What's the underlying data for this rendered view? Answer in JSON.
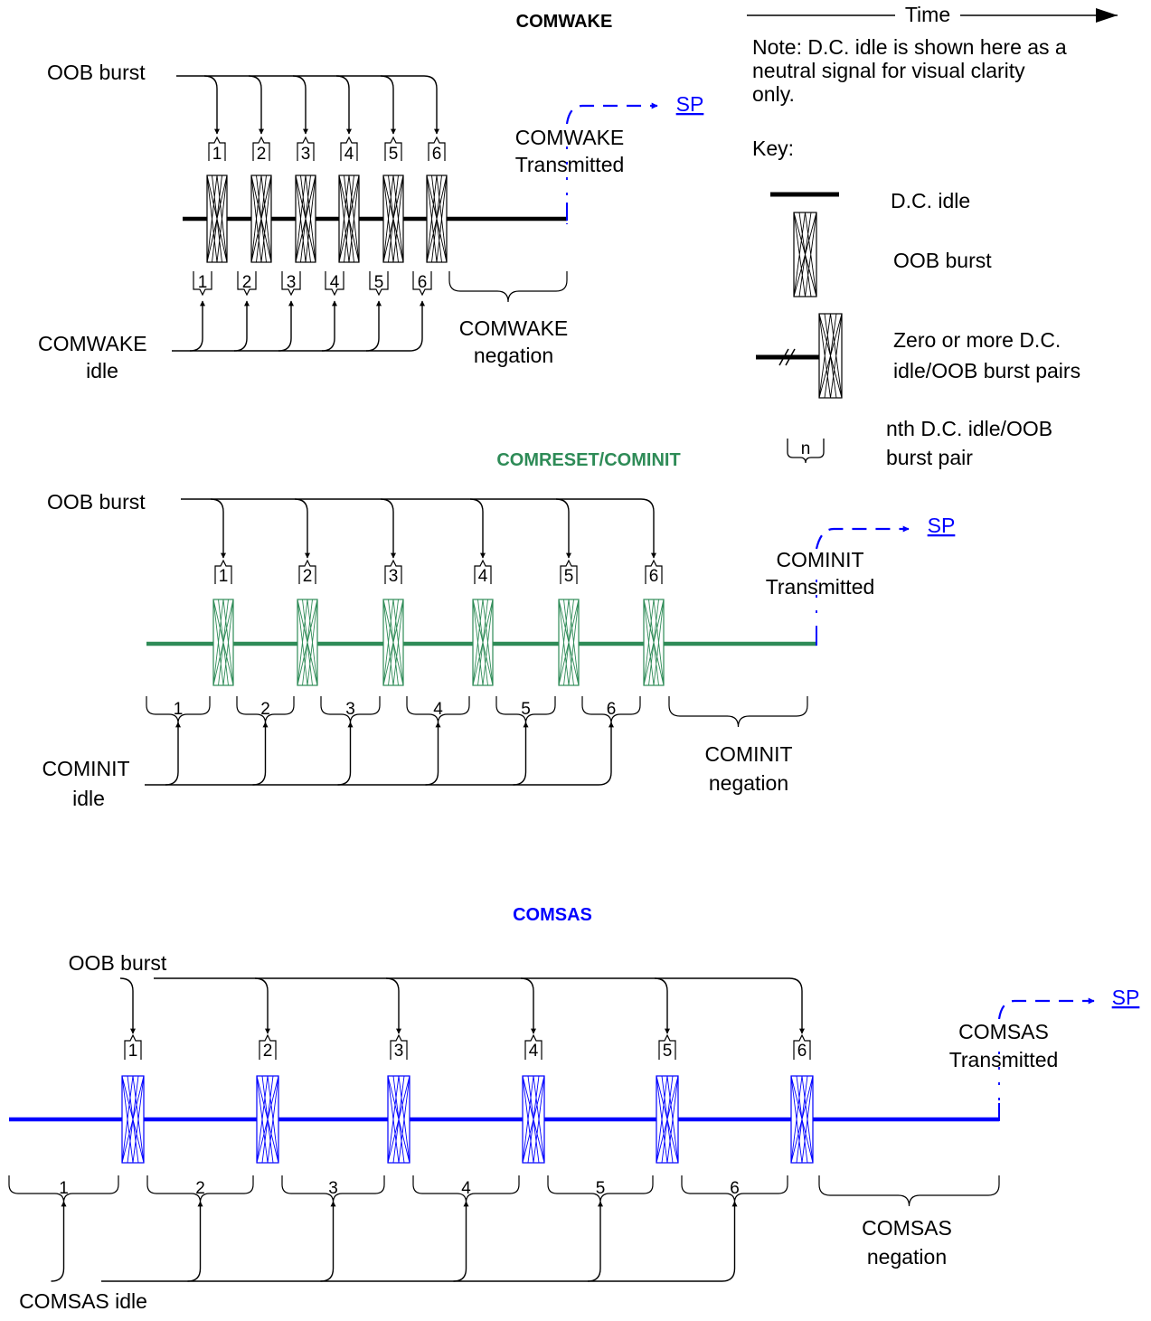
{
  "colors": {
    "comwake": "#000000",
    "cominit": "#2e8b57",
    "comsas": "#0000ff",
    "annotation": "#0000ff",
    "label": "#000000"
  },
  "sections": [
    {
      "id": "comwake",
      "title": "COMWAKE",
      "title_color": "#000000",
      "signal_color": "#000000",
      "burst_label": "OOB burst",
      "idle_label": [
        "COMWAKE",
        "idle"
      ],
      "negation_label": [
        "COMWAKE",
        "negation"
      ],
      "transmitted_label": [
        "COMWAKE",
        "Transmitted"
      ],
      "sp_label": "SP",
      "burst_numbers": [
        "1",
        "2",
        "3",
        "4",
        "5",
        "6"
      ],
      "idle_numbers": [
        "1",
        "2",
        "3",
        "4",
        "5",
        "6"
      ]
    },
    {
      "id": "cominit",
      "title": "COMRESET/COMINIT",
      "title_color": "#2e8b57",
      "signal_color": "#2e8b57",
      "burst_label": "OOB burst",
      "idle_label": [
        "COMINIT",
        "idle"
      ],
      "negation_label": [
        "COMINIT",
        "negation"
      ],
      "transmitted_label": [
        "COMINIT",
        "Transmitted"
      ],
      "sp_label": "SP",
      "burst_numbers": [
        "1",
        "2",
        "3",
        "4",
        "5",
        "6"
      ],
      "idle_numbers": [
        "1",
        "2",
        "3",
        "4",
        "5",
        "6"
      ]
    },
    {
      "id": "comsas",
      "title": "COMSAS",
      "title_color": "#0000ff",
      "signal_color": "#0000ff",
      "burst_label": "OOB burst",
      "idle_label": [
        "COMSAS idle"
      ],
      "negation_label": [
        "COMSAS",
        "negation"
      ],
      "transmitted_label": [
        "COMSAS",
        "Transmitted"
      ],
      "sp_label": "SP",
      "burst_numbers": [
        "1",
        "2",
        "3",
        "4",
        "5",
        "6"
      ],
      "idle_numbers": [
        "1",
        "2",
        "3",
        "4",
        "5",
        "6"
      ]
    }
  ],
  "time_label": "Time",
  "note": [
    "Note: D.C. idle is shown here as a",
    "neutral signal for visual clarity",
    "only."
  ],
  "key": {
    "title": "Key:",
    "dc_idle": "D.C. idle",
    "oob_burst": "OOB burst",
    "pairs": [
      "Zero or more D.C.",
      "idle/OOB burst pairs"
    ],
    "nth_symbol": "n",
    "nth": [
      "nth D.C. idle/OOB",
      "burst pair"
    ]
  }
}
